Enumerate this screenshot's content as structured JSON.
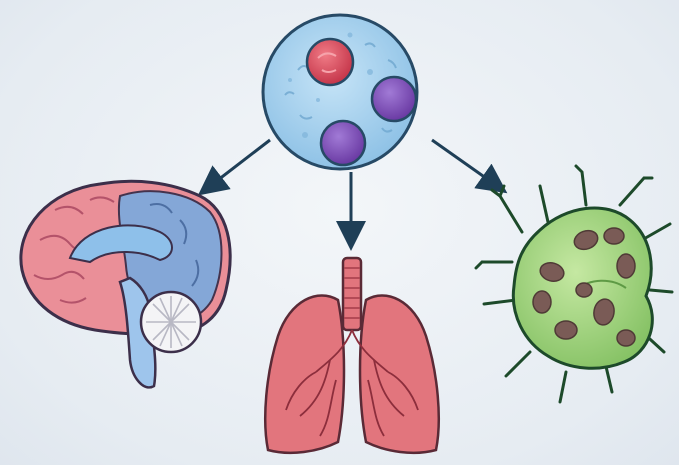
{
  "diagram": {
    "nodes": [
      {
        "id": "source-cell",
        "icon": "cell-with-nuclei-icon",
        "kind": "cell",
        "nuclei": 3
      },
      {
        "id": "brain",
        "icon": "brain-icon",
        "kind": "organ"
      },
      {
        "id": "lungs",
        "icon": "lungs-icon",
        "kind": "organ"
      },
      {
        "id": "spiky-green-cell",
        "icon": "spiky-cell-icon",
        "kind": "cell"
      }
    ],
    "edges": [
      {
        "from": "source-cell",
        "to": "brain"
      },
      {
        "from": "source-cell",
        "to": "lungs"
      },
      {
        "from": "source-cell",
        "to": "spiky-green-cell"
      }
    ],
    "colors": {
      "background": "#e9eef3",
      "cell_fill": "#a9d3ee",
      "cell_outline": "#274a66",
      "nucleus_red": "#d8495a",
      "nucleus_purple": "#7a4bb2",
      "brain_pink": "#ea8f98",
      "brain_blue": "#7fa9db",
      "lung_pink": "#e2757d",
      "spiky_green": "#9fd27c",
      "arrow": "#1f3f57"
    }
  }
}
